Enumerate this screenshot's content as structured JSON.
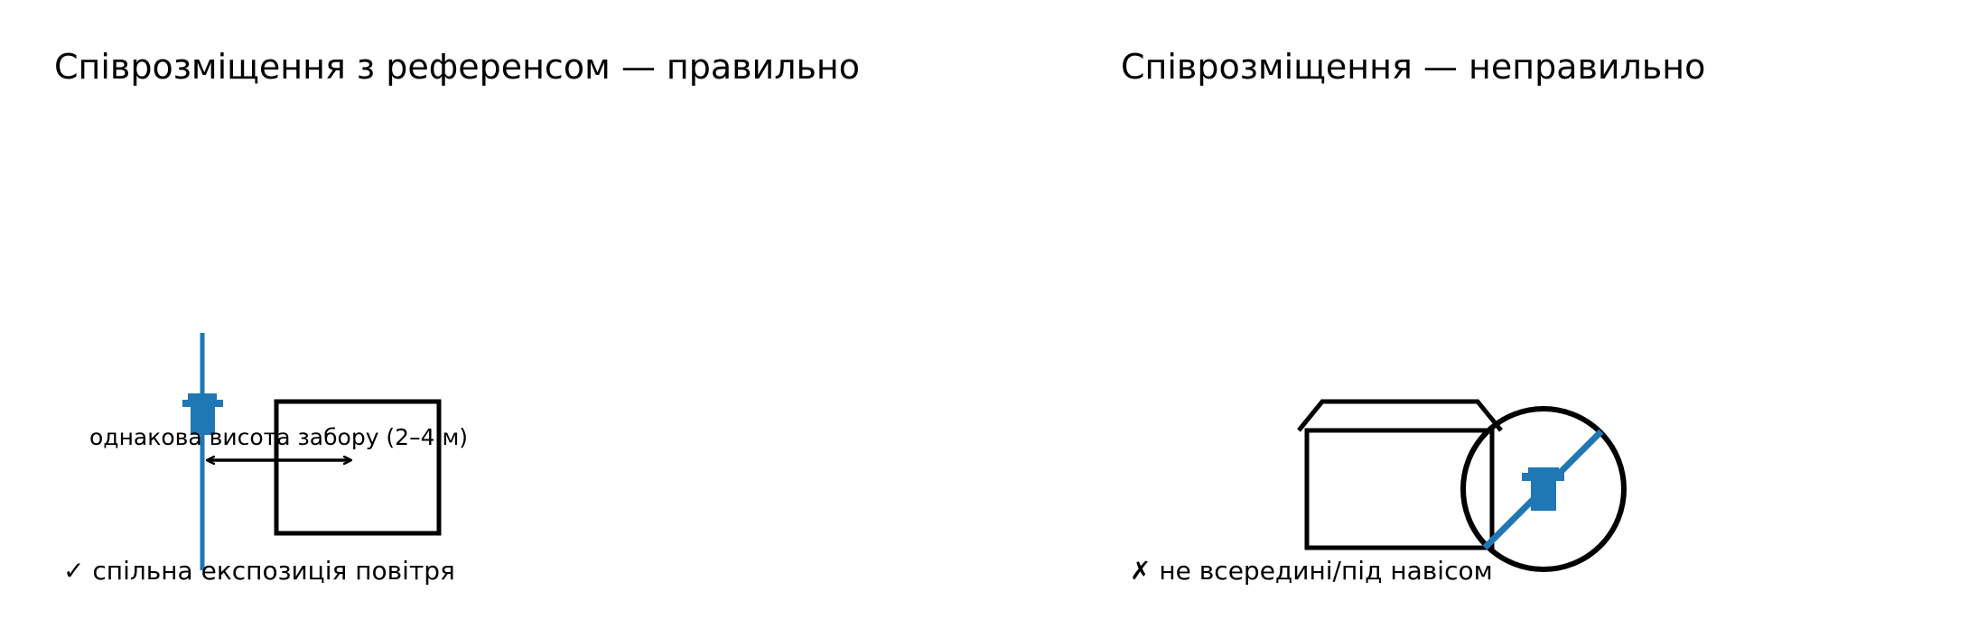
{
  "panels": {
    "correct": {
      "title": "Співрозміщення з референсом — правильно",
      "height_label": "однакова висота забору (2–4 м)",
      "caption": "✓ спільна експозиція повітря"
    },
    "incorrect": {
      "title": "Співрозміщення — неправильно",
      "caption": "✗ не всередині/під навісом"
    }
  },
  "colors": {
    "sensor": "#1f77b4",
    "outline": "#000000",
    "background": "#ffffff"
  },
  "icons": {
    "correct_mark": "check-mark",
    "incorrect_mark": "cross-mark",
    "prohibition": "prohibition-sign"
  }
}
